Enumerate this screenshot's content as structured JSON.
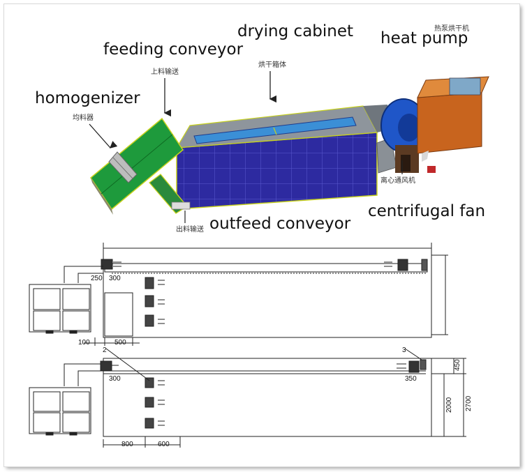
{
  "labels": {
    "drying_cabinet": "drying cabinet",
    "drying_cabinet_cn": "烘干箱体",
    "feeding_conveyor": "feeding conveyor",
    "feeding_conveyor_cn": "上料输送",
    "heat_pump": "heat pump",
    "heat_pump_cn": "热泵烘干机",
    "homogenizer": "homogenizer",
    "homogenizer_cn": "均料器",
    "centrifugal_fan": "centrifugal fan",
    "centrifugal_fan_cn": "离心通风机",
    "outfeed_conveyor": "outfeed conveyor",
    "outfeed_conveyor_cn": "出料输送"
  },
  "top_plan": {
    "dims": {
      "d250": "250",
      "d300": "300",
      "d100": "100",
      "d500": "500"
    }
  },
  "bottom_plan": {
    "dims": {
      "d300": "300",
      "d350": "350",
      "d800": "800",
      "d600": "600",
      "d450": "450",
      "d2000": "2000",
      "d2700": "2700",
      "callout2": "2",
      "callout3": "3"
    }
  },
  "colors": {
    "cabinet_blue": "#2d2aa0",
    "cabinet_top": "#9aa0a8",
    "conveyor_green": "#1e9a3c",
    "heat_pump_orange": "#c8641e",
    "fan_blue": "#1f56c8"
  }
}
